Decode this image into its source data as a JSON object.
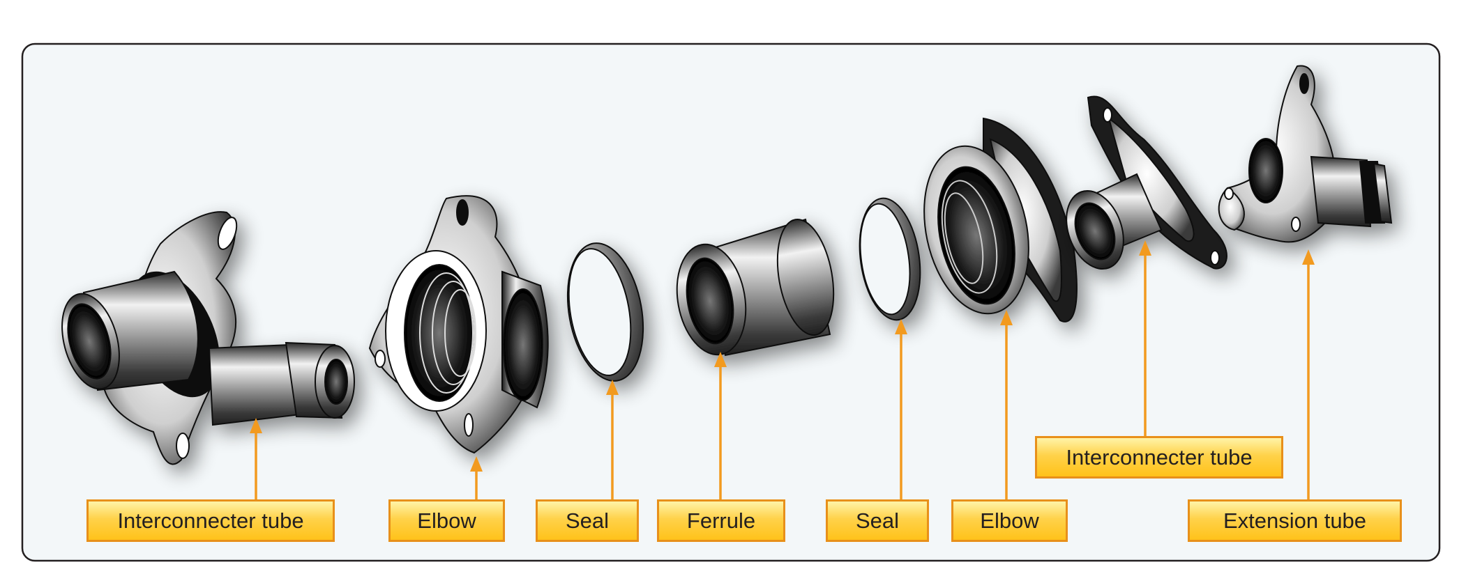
{
  "diagram": {
    "labels": {
      "interconnecter_tube_left": "Interconnecter tube",
      "elbow_left": "Elbow",
      "seal_left": "Seal",
      "ferrule": "Ferrule",
      "seal_right": "Seal",
      "elbow_right": "Elbow",
      "interconnecter_tube_right": "Interconnecter tube",
      "extension_tube": "Extension tube"
    },
    "colors": {
      "panel_background": "#f3f7f9",
      "panel_border": "#231f20",
      "callout_arrow": "#f29a1f",
      "label_fill": "#ffc21a",
      "label_border": "#e8901a",
      "metal_dark": "#1a1a1a",
      "metal_light": "#e9e9e9"
    }
  }
}
